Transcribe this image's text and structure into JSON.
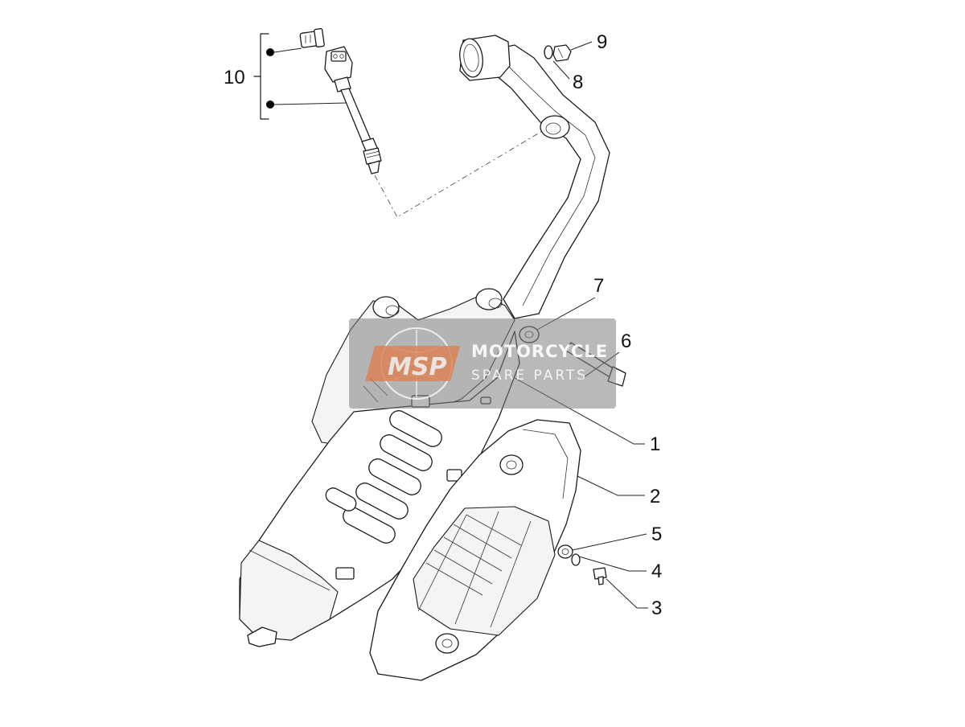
{
  "diagram": {
    "callouts": [
      {
        "id": "c1",
        "label": "1"
      },
      {
        "id": "c2",
        "label": "2"
      },
      {
        "id": "c3",
        "label": "3"
      },
      {
        "id": "c4",
        "label": "4"
      },
      {
        "id": "c5",
        "label": "5"
      },
      {
        "id": "c6",
        "label": "6"
      },
      {
        "id": "c7",
        "label": "7"
      },
      {
        "id": "c8",
        "label": "8"
      },
      {
        "id": "c9",
        "label": "9"
      },
      {
        "id": "c10",
        "label": "10"
      }
    ]
  },
  "watermark": {
    "logo_text": "MSP",
    "title": "MOTORCYCLE",
    "subtitle": "SPARE PARTS",
    "box_color": "#808080",
    "logo_color": "#e8733a"
  }
}
